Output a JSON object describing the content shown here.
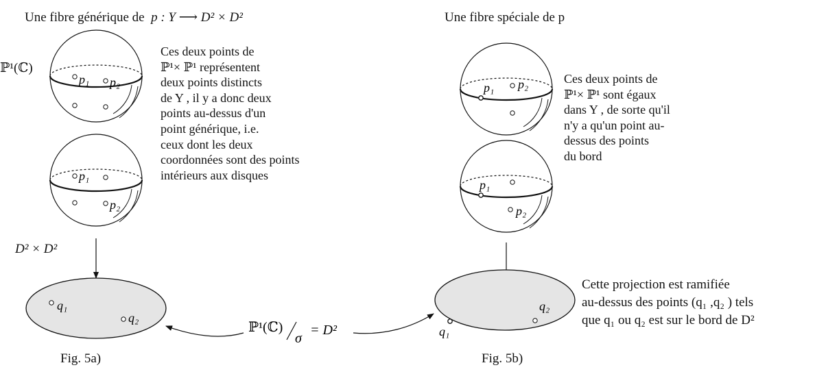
{
  "left": {
    "heading_prefix": "Une fibre générique de",
    "heading_formula": "p : Y ⟶ D² × D²",
    "sphere_label": "ℙ¹(ℂ)",
    "caption_lines": [
      "Ces deux points de",
      "ℙ¹× ℙ¹ représentent",
      "deux points distincts",
      "de Y , il y a donc deux",
      "points au-dessus d'un",
      "point générique, i.e.",
      "ceux dont les deux",
      "coordonnées sont des points",
      "intérieurs aux disques"
    ],
    "base_label": "D² × D²",
    "figure_label": "Fig. 5a)"
  },
  "right": {
    "heading": "Une fibre spéciale de p",
    "caption_lines": [
      "Ces deux points de",
      "ℙ¹× ℙ¹ sont égaux",
      "dans Y , de sorte qu'il",
      "n'y a qu'un point au-",
      "dessus des points",
      "du bord"
    ],
    "projection_lines": [
      "Cette projection est ramifiée",
      "au-dessus des points (q₁ ,q₂ ) tels",
      "que  q₁ ou  q₂ est sur le bord de D²"
    ],
    "figure_label": "Fig. 5b)"
  },
  "points": {
    "p1": "p₁",
    "p2": "p₂",
    "q1": "q₁",
    "q2": "q₂"
  },
  "middle_label": {
    "numerator": "ℙ¹(ℂ)",
    "denominator": "σ",
    "rhs": "= D²"
  },
  "colors": {
    "disk_fill": "#e5e5e5",
    "stroke": "#111111"
  }
}
